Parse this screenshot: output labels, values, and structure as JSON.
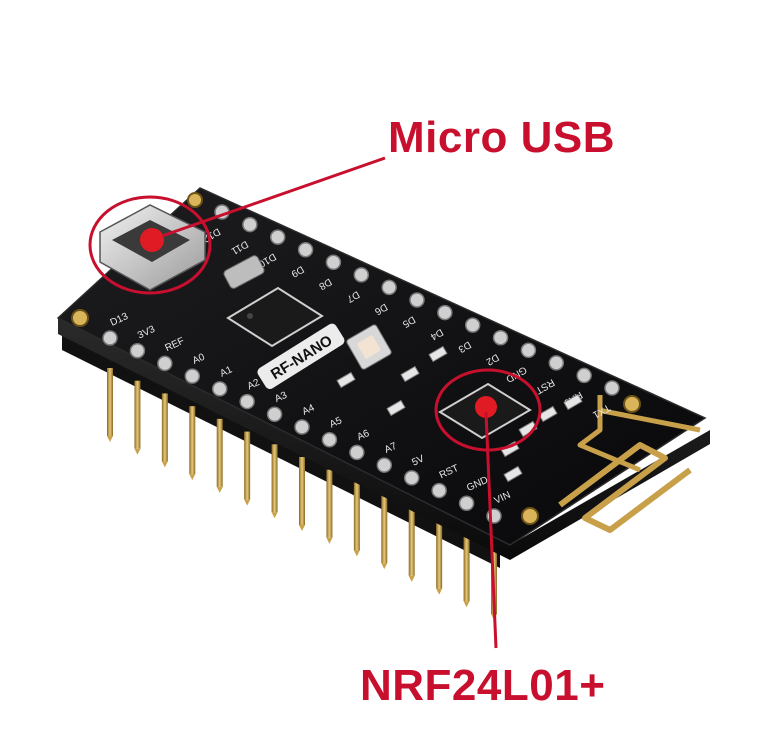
{
  "colors": {
    "accent": "#c8102e",
    "board": "#101012",
    "pin_gold": "#c9a24a",
    "antenna_gold": "#c8a04a",
    "silkscreen": "#e8e8e8"
  },
  "callouts": {
    "usb": "Micro USB",
    "nrf": "NRF24L01+"
  },
  "board": {
    "brand": "RF-NANO",
    "top_pins": [
      "D12",
      "D11",
      "D10",
      "D9",
      "D8",
      "D7",
      "D6",
      "D5",
      "D4",
      "D3",
      "D2",
      "GND",
      "RST",
      "RX0",
      "TX1"
    ],
    "bottom_pins": [
      "D13",
      "3V3",
      "REF",
      "A0",
      "A1",
      "A2",
      "A3",
      "A4",
      "A5",
      "A6",
      "A7",
      "5V",
      "RST",
      "GND",
      "VIN"
    ]
  }
}
